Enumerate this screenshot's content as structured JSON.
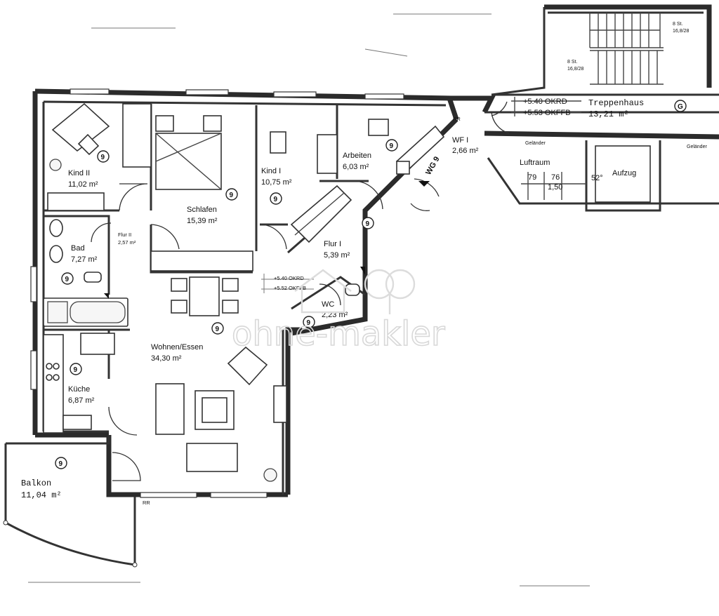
{
  "rooms": {
    "kind2": {
      "name": "Kind II",
      "area": "11,02 m²"
    },
    "schlafen": {
      "name": "Schlafen",
      "area": "15,39 m²"
    },
    "kind1": {
      "name": "Kind I",
      "area": "10,75 m²"
    },
    "arbeiten": {
      "name": "Arbeiten",
      "area": "6,03 m²"
    },
    "wf1": {
      "name": "WF I",
      "area": "2,66 m²"
    },
    "flur2": {
      "name": "Flur II",
      "area": "2,57 m²"
    },
    "bad": {
      "name": "Bad",
      "area": "7,27 m²"
    },
    "flur1": {
      "name": "Flur I",
      "area": "5,39 m²"
    },
    "wc": {
      "name": "WC",
      "area": "2,23 m²"
    },
    "wohnen": {
      "name": "Wohnen/Essen",
      "area": "34,30 m²"
    },
    "kueche": {
      "name": "Küche",
      "area": "6,87 m²"
    },
    "balkon": {
      "name": "Balkon",
      "area": "11,04 m²"
    },
    "treppenhaus": {
      "name": "Treppenhaus",
      "area": "13,21 m²"
    },
    "luftraum": {
      "name": "Luftraum"
    },
    "aufzug": {
      "name": "Aufzug"
    }
  },
  "levels": {
    "okrd_top": "+5.40 OKRD",
    "okffb_top": "+5.53 OKFFB",
    "okrd_mid": "+5.40 OKRD",
    "okffb_mid": "+5.52 OKFFB"
  },
  "stairs": {
    "flight_a_count": "8 St.",
    "flight_a_size": "16,8/28",
    "flight_b_count": "8 St.",
    "flight_b_size": "16,8/28"
  },
  "luftraum_dims": {
    "d1": "79",
    "d2": "76",
    "d3": "1,50"
  },
  "angle": "52°",
  "labels": {
    "gelaender_left": "Geländer",
    "gelaender_right": "Geländer",
    "rr_top": "RR",
    "rr_bottom": "RR",
    "wg": "WG 9",
    "stair_marker": "G",
    "door_marker": "9"
  },
  "watermark": "ohne-makler"
}
